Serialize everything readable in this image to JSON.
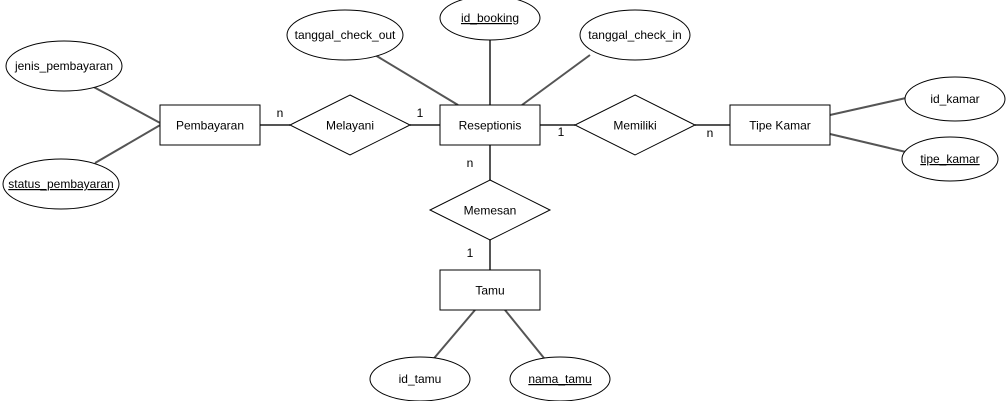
{
  "entities": {
    "pembayaran": "Pembayaran",
    "reseptionis": "Reseptionis",
    "tipe_kamar": "Tipe Kamar",
    "tamu": "Tamu"
  },
  "relationships": {
    "melayani": "Melayani",
    "memiliki": "Memiliki",
    "memesan": "Memesan"
  },
  "attributes": {
    "jenis_pembayaran": "jenis_pembayaran",
    "status_pembayaran": "status_pembayaran",
    "tanggal_check_out": "tanggal_check_out",
    "id_booking": "id_booking",
    "tanggal_check_in": "tanggal_check_in",
    "id_kamar": "id_kamar",
    "tipe_kamar": "tipe_kamar",
    "id_tamu": "id_tamu",
    "nama_tamu": "nama_tamu"
  },
  "cardinalities": {
    "pembayaran_melayani": "n",
    "melayani_reseptionis": "1",
    "reseptionis_memiliki": "1",
    "memiliki_tipe_kamar": "n",
    "reseptionis_memesan": "n",
    "memesan_tamu": "1"
  }
}
